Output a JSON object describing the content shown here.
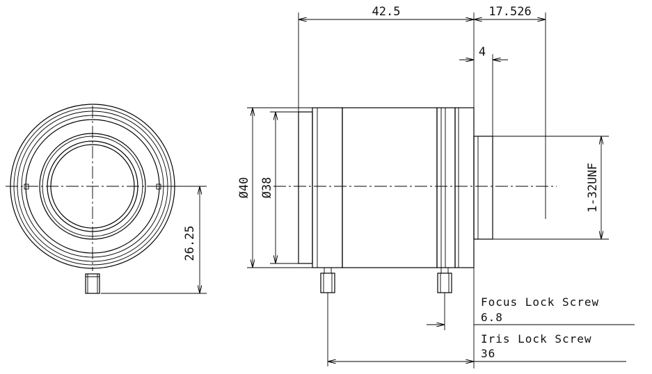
{
  "dimensions": {
    "length": "42.5",
    "back_focus": "17.526",
    "mount_depth": "4",
    "outer_diameter": "Ø40",
    "inner_diameter": "Ø38",
    "mount_thread": "1-32UNF",
    "screw_offset": "26.25"
  },
  "notes": {
    "focus_lock_label": "Focus Lock Screw",
    "focus_lock_value": "6.8",
    "iris_lock_label": "Iris Lock Screw",
    "iris_lock_value": "36"
  }
}
